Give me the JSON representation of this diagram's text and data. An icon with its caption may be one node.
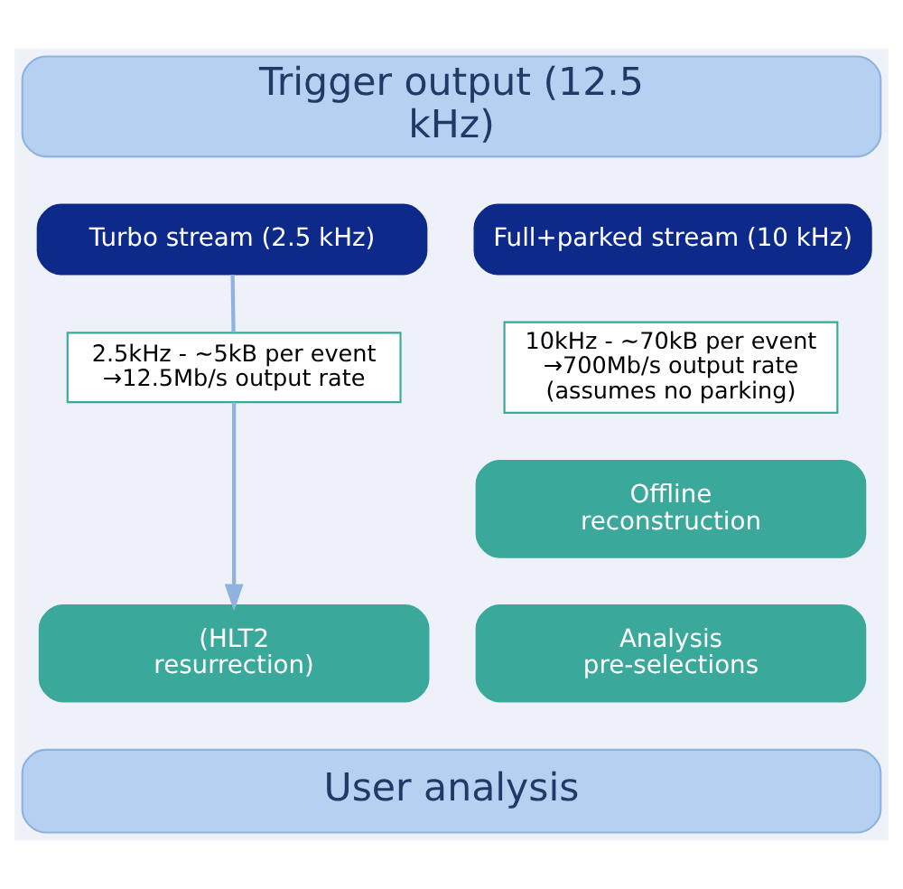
{
  "diagram": {
    "nodes": [
      {
        "text": [
          "Trigger output (12.5 kHz)"
        ]
      },
      {
        "text": [
          "Turbo stream (2.5 kHz)"
        ]
      },
      {
        "text": [
          "Full+parked stream (10 kHz)"
        ]
      },
      {
        "text": [
          "10kHz - ~70kB per event →700Mb/s output rate (assumes no parking)"
        ]
      },
      {
        "text": [
          "2.5kHz - ~5kB per event →12.5Mb/s output rate"
        ]
      },
      {
        "text": [
          "Offline reconstruction"
        ]
      },
      {
        "text": [
          "(HLT2 resurrection)"
        ]
      },
      {
        "text": [
          "Analysis pre-selections"
        ]
      },
      {
        "text": [
          "User analysis"
        ]
      }
    ],
    "edges": [
      {
        "from": 1,
        "to": 4,
        "arrow": "none",
        "color": "#8fb3de"
      },
      {
        "from": 4,
        "to": 6,
        "arrow": "to",
        "color": "#8fb3de"
      }
    ]
  }
}
